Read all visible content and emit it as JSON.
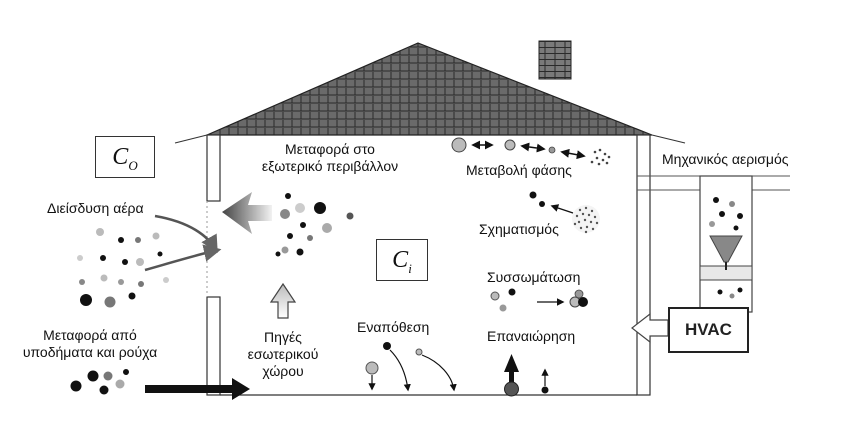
{
  "labels": {
    "outdoor_symbol": "C",
    "outdoor_symbol_sub": "O",
    "indoor_symbol": "C",
    "indoor_symbol_sub": "i",
    "transport_out_line1": "Μεταφορά στο",
    "transport_out_line2": "εξωτερικό περιβάλλον",
    "phase_change": "Μεταβολή φάσης",
    "mechanical_ventilation": "Μηχανικός αερισμός",
    "air_infiltration": "Διείσδυση αέρα",
    "formation": "Σχηματισμός",
    "coagulation": "Συσσωμάτωση",
    "deposition": "Εναπόθεση",
    "resuspension": "Επαναιώρηση",
    "indoor_sources_line1": "Πηγές",
    "indoor_sources_line2": "εσωτερικού",
    "indoor_sources_line3": "χώρου",
    "footwear_line1": "Μεταφορά από",
    "footwear_line2": "υποδήματα και ρούχα",
    "hvac": "HVAC"
  }
}
